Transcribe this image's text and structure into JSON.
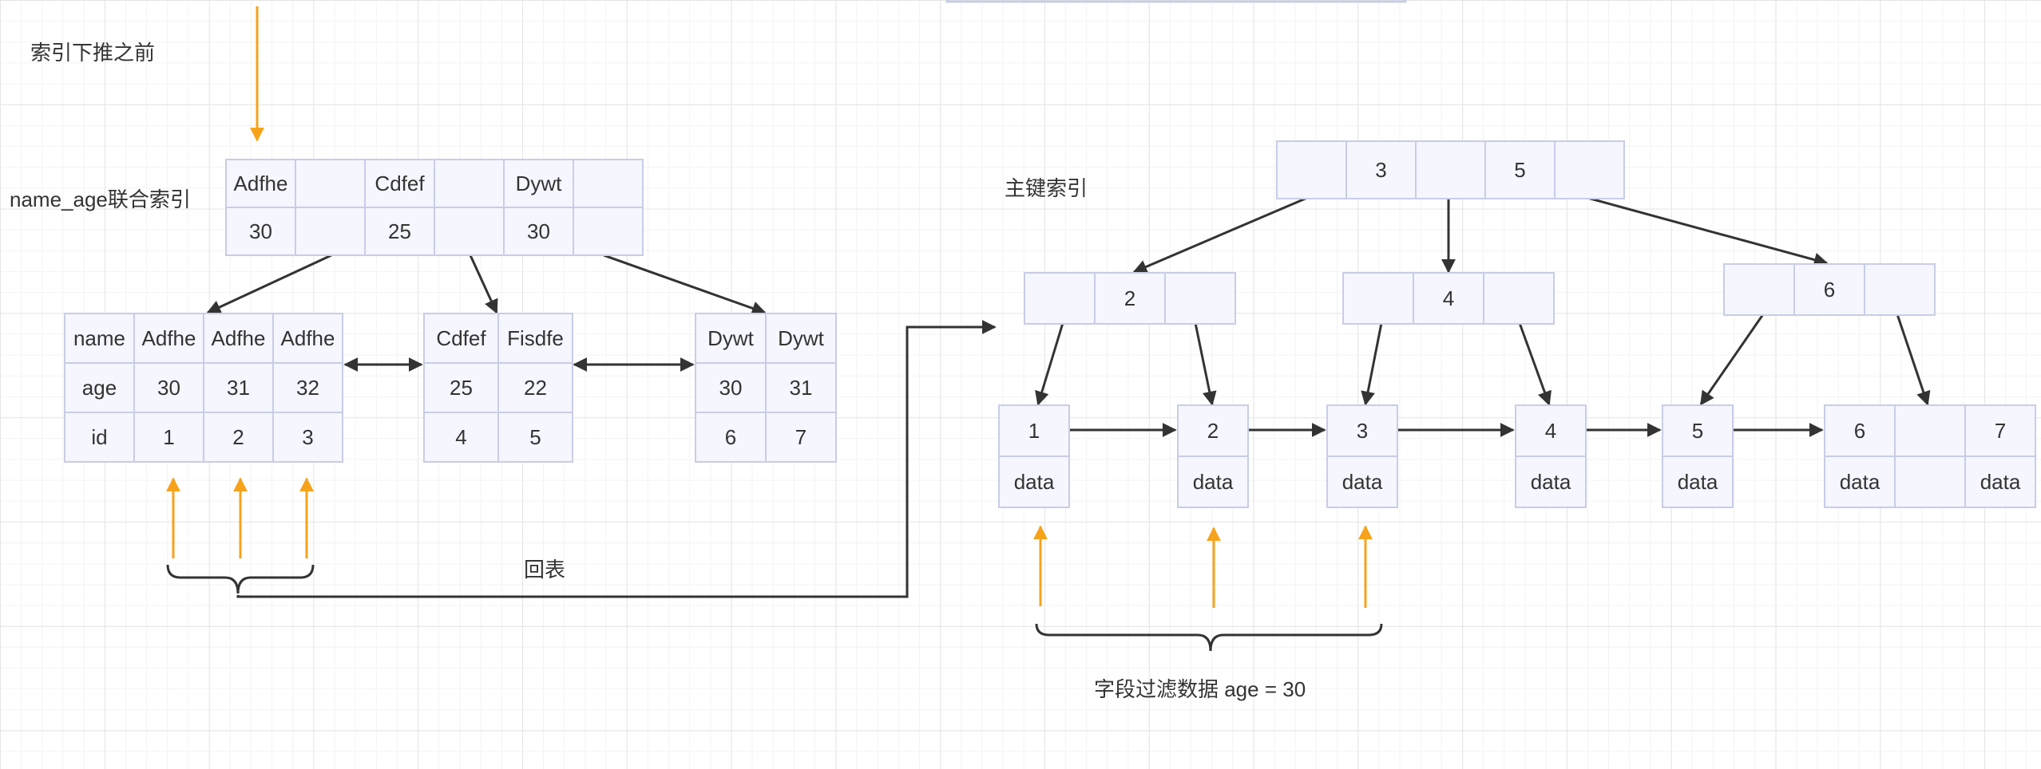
{
  "labels": {
    "before_pushdown": "索引下推之前",
    "composite_index": "name_age联合索引",
    "primary_index": "主键索引",
    "back_to_table": "回表",
    "field_filter": "字段过滤数据 age = 30"
  },
  "composite_root": {
    "names": [
      "Adfhe",
      "",
      "Cdfef",
      "",
      "Dywt",
      ""
    ],
    "ages": [
      "30",
      "",
      "25",
      "",
      "30",
      ""
    ]
  },
  "leaf_headers": [
    "name",
    "age",
    "id"
  ],
  "composite_leaves": [
    {
      "names": [
        "Adfhe",
        "Adfhe",
        "Adfhe"
      ],
      "ages": [
        "30",
        "31",
        "32"
      ],
      "ids": [
        "1",
        "2",
        "3"
      ]
    },
    {
      "names": [
        "Cdfef",
        "Fisdfe"
      ],
      "ages": [
        "25",
        "22"
      ],
      "ids": [
        "4",
        "5"
      ]
    },
    {
      "names": [
        "Dywt",
        "Dywt"
      ],
      "ages": [
        "30",
        "31"
      ],
      "ids": [
        "6",
        "7"
      ]
    }
  ],
  "primary_root": [
    "",
    "3",
    "",
    "5",
    ""
  ],
  "primary_internal": [
    [
      "",
      "2",
      ""
    ],
    [
      "",
      "4",
      ""
    ],
    [
      "",
      "6",
      ""
    ]
  ],
  "primary_leaves": [
    {
      "keys": [
        "1"
      ],
      "values": [
        "data"
      ]
    },
    {
      "keys": [
        "2"
      ],
      "values": [
        "data"
      ]
    },
    {
      "keys": [
        "3"
      ],
      "values": [
        "data"
      ]
    },
    {
      "keys": [
        "4"
      ],
      "values": [
        "data"
      ]
    },
    {
      "keys": [
        "5"
      ],
      "values": [
        "data"
      ]
    },
    {
      "keys": [
        "6",
        "",
        "7"
      ],
      "values": [
        "data",
        "",
        "data"
      ]
    }
  ],
  "colors": {
    "cell_fill": "#f5f6ff",
    "cell_border": "#c8cde6",
    "arrow": "#333333",
    "highlight_arrow": "#f7a21b",
    "text": "#333333"
  }
}
